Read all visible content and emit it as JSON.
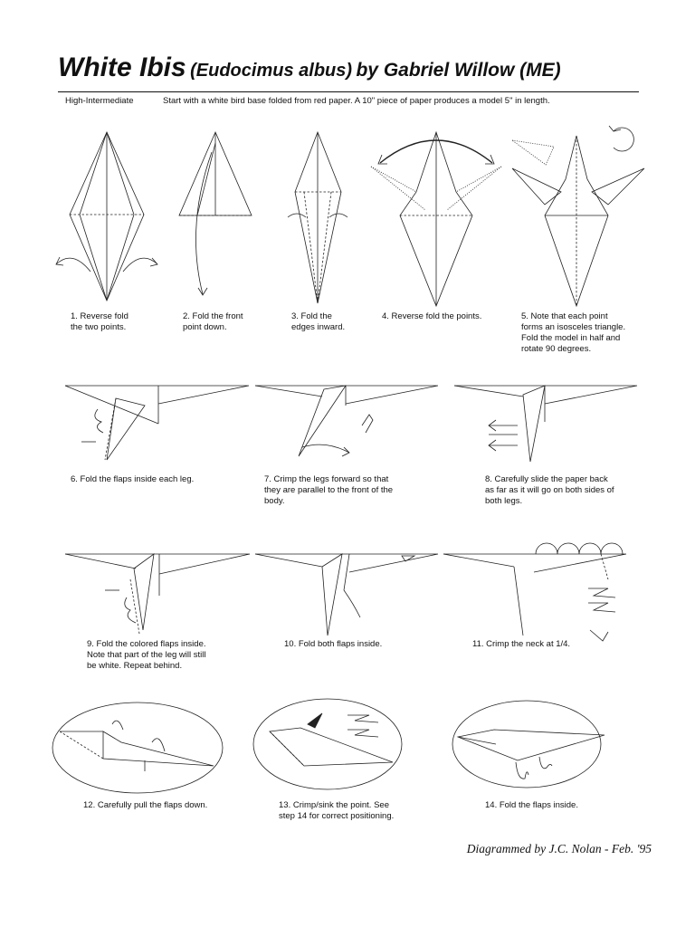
{
  "header": {
    "title_main": "White Ibis",
    "title_latin": "(Eudocimus albus)",
    "title_author": "by Gabriel Willow (ME)",
    "level": "High-Intermediate",
    "intro": "Start with a white bird base folded from red paper.  A 10\" piece of paper produces a model 5\" in length."
  },
  "steps": [
    {
      "n": "1",
      "text": "1.  Reverse fold\nthe two points."
    },
    {
      "n": "2",
      "text": "2.  Fold the front\npoint down."
    },
    {
      "n": "3",
      "text": "3.  Fold the\nedges inward."
    },
    {
      "n": "4",
      "text": "4.  Reverse fold the points."
    },
    {
      "n": "5",
      "text": "5.  Note that each point\nforms an isosceles triangle.\nFold the model in half and\nrotate 90 degrees."
    },
    {
      "n": "6",
      "text": "6. Fold the flaps inside each leg."
    },
    {
      "n": "7",
      "text": "7.  Crimp the legs forward so that\nthey are parallel to the front of the\nbody."
    },
    {
      "n": "8",
      "text": "8.  Carefully slide the paper back\nas far as it will go on both sides of\nboth legs."
    },
    {
      "n": "9",
      "text": "9.  Fold the colored flaps inside.\nNote that part of the leg will still\nbe white.  Repeat behind."
    },
    {
      "n": "10",
      "text": "10. Fold both flaps inside."
    },
    {
      "n": "11",
      "text": "11. Crimp the neck at 1/4."
    },
    {
      "n": "12",
      "text": "12. Carefully pull the flaps down."
    },
    {
      "n": "13",
      "text": "13.  Crimp/sink the point.  See\nstep 14 for correct positioning."
    },
    {
      "n": "14",
      "text": "14.  Fold the flaps inside."
    }
  ],
  "footer": {
    "credit": "Diagrammed by J.C. Nolan - Feb. '95"
  }
}
